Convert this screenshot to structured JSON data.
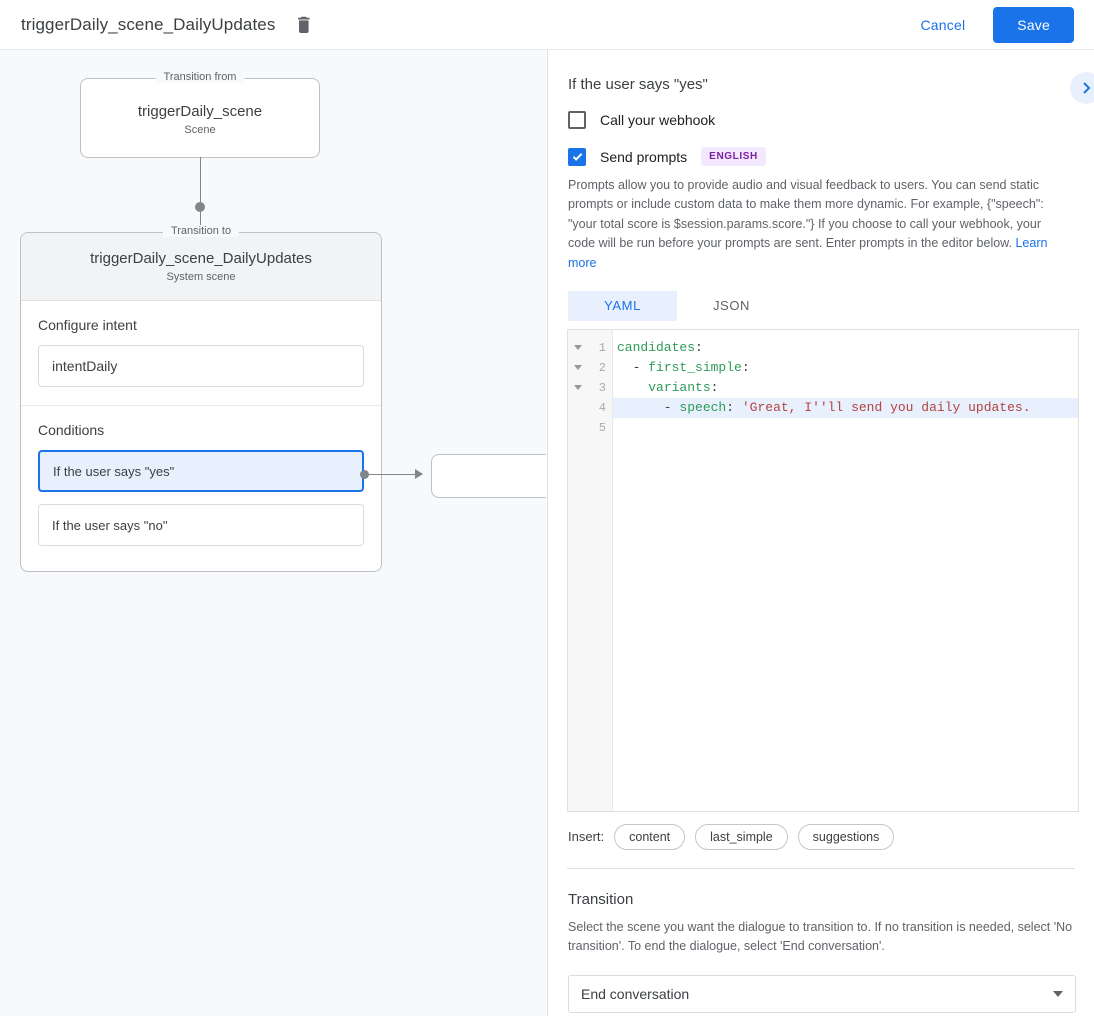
{
  "topbar": {
    "title": "triggerDaily_scene_DailyUpdates",
    "delete_icon": "trash-icon",
    "cancel_label": "Cancel",
    "save_label": "Save"
  },
  "canvas": {
    "from_node": {
      "legend": "Transition from",
      "title": "triggerDaily_scene",
      "subtitle": "Scene"
    },
    "to_node": {
      "legend": "Transition to",
      "title": "triggerDaily_scene_DailyUpdates",
      "subtitle": "System scene"
    },
    "intent_section": {
      "label": "Configure intent",
      "value": "intentDaily"
    },
    "conditions_section": {
      "label": "Conditions",
      "items": [
        {
          "label": "If the user says \"yes\"",
          "selected": true
        },
        {
          "label": "If the user says \"no\"",
          "selected": false
        }
      ]
    }
  },
  "panel": {
    "title": "If the user says \"yes\"",
    "expand_icon": "chevron-right-icon",
    "webhook": {
      "label": "Call your webhook",
      "checked": false
    },
    "prompts": {
      "label": "Send prompts",
      "checked": true,
      "badge": "ENGLISH",
      "description": "Prompts allow you to provide audio and visual feedback to users. You can send static prompts or include custom data to make them more dynamic. For example, {\"speech\": \"your total score is $session.params.score.\"} If you choose to call your webhook, your code will be run before your prompts are sent. Enter prompts in the editor below.",
      "learn_more": "Learn more"
    },
    "editor": {
      "tabs": [
        {
          "label": "YAML",
          "active": true
        },
        {
          "label": "JSON",
          "active": false
        }
      ],
      "lines": [
        {
          "number": "1",
          "fold": true,
          "highlight": false,
          "key": "candidates",
          "indent": "",
          "dash": false,
          "value": ""
        },
        {
          "number": "2",
          "fold": true,
          "highlight": false,
          "key": "first_simple",
          "indent": "  ",
          "dash": true,
          "value": ""
        },
        {
          "number": "3",
          "fold": true,
          "highlight": false,
          "key": "variants",
          "indent": "    ",
          "dash": false,
          "value": ""
        },
        {
          "number": "4",
          "fold": false,
          "highlight": true,
          "key": "speech",
          "indent": "      ",
          "dash": true,
          "value": "'Great, I''ll send you daily updates."
        },
        {
          "number": "5",
          "fold": false,
          "highlight": false,
          "key": "",
          "indent": "",
          "dash": false,
          "value": ""
        }
      ],
      "insert_label": "Insert:",
      "insert_chips": [
        "content",
        "last_simple",
        "suggestions"
      ]
    },
    "transition": {
      "title": "Transition",
      "description": "Select the scene you want the dialogue to transition to. If no transition is needed, select 'No transition'. To end the dialogue, select 'End conversation'.",
      "selected": "End conversation"
    }
  },
  "colors": {
    "accent": "#1a73e8",
    "accent_light": "#e8f0fe",
    "badge_bg": "#f3e8fd",
    "badge_fg": "#7b1fa2",
    "canvas_bg": "#f8f9fa",
    "yaml_key": "#2e9b57",
    "yaml_string": "#b3433c"
  }
}
